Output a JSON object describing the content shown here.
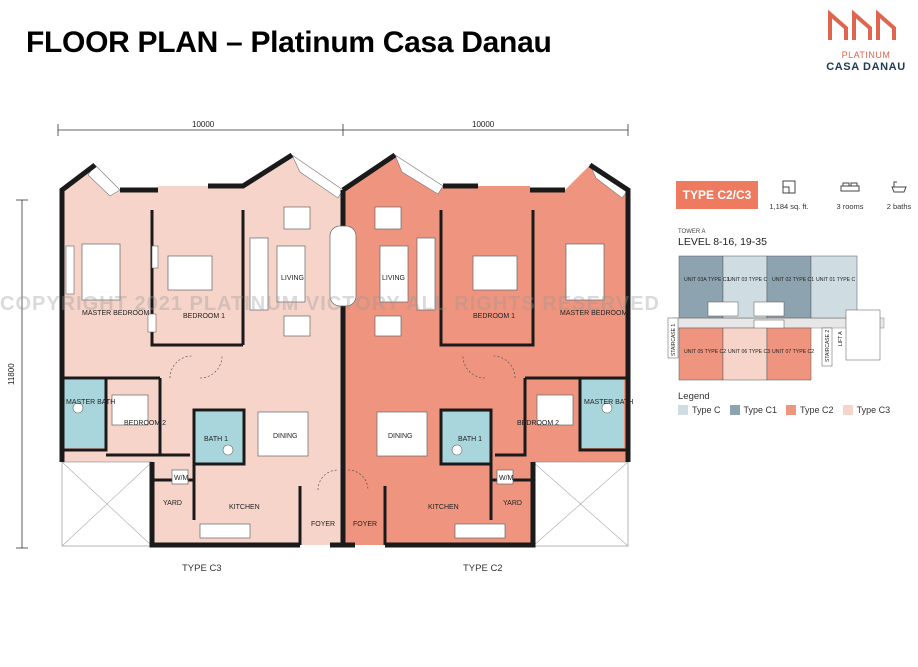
{
  "page_title": "FLOOR PLAN – Platinum Casa Danau",
  "logo": {
    "line1": "PLATINUM",
    "line2": "CASA DANAU",
    "mark_color": "#e0654f"
  },
  "colors": {
    "type_c": "#cfdde3",
    "type_c1": "#8ea3b0",
    "type_c2": "#ef957f",
    "type_c3": "#f6d4c9",
    "wall": "#1a1a1a",
    "wet": "#a9d6dc",
    "badge": "#ee7a60"
  },
  "plan": {
    "dim_left": "10000",
    "dim_right": "10000",
    "dim_height": "11800",
    "watermark": "COPYRIGHT 2021 PLATINUM VICTORY   ALL RIGHTS RESERVED",
    "caption_left": "TYPE C3",
    "caption_right": "TYPE C2",
    "rooms_left": {
      "master_bedroom": "MASTER BEDROOM",
      "bedroom1": "BEDROOM 1",
      "living": "LIVING",
      "master_bath": "MASTER BATH",
      "bedroom2": "BEDROOM 2",
      "bath1": "BATH 1",
      "dining": "DINING",
      "yard": "YARD",
      "kitchen": "KITCHEN",
      "foyer": "FOYER",
      "wm": "W/M"
    },
    "rooms_right": {
      "living": "LIVING",
      "bedroom1": "BEDROOM 1",
      "master_bedroom": "MASTER BEDROOM",
      "dining": "DINING",
      "bath1": "BATH 1",
      "bedroom2": "BEDROOM 2",
      "master_bath": "MASTER BATH",
      "foyer": "FOYER",
      "kitchen": "KITCHEN",
      "yard": "YARD",
      "wm": "W/M"
    }
  },
  "info": {
    "badge": "TYPE C2/C3",
    "area": "1,184 sq. ft.",
    "rooms": "3 rooms",
    "baths": "2 baths",
    "tower": "TOWER A",
    "levels": "LEVEL 8-16, 19-35"
  },
  "key_plan": {
    "units_top": [
      "UNIT 03A TYPE C1",
      "UNIT 03 TYPE C",
      "UNIT 02 TYPE C1",
      "UNIT 01 TYPE C"
    ],
    "units_bottom": [
      "UNIT 05 TYPE C2",
      "UNIT 06 TYPE C3",
      "UNIT 07 TYPE C2"
    ],
    "stair1": "STAIRCASE 1",
    "stair2": "STAIRCASE 2",
    "lift": "LIFT A"
  },
  "legend": {
    "title": "Legend",
    "items": [
      {
        "label": "Type C",
        "color": "#cfdde3"
      },
      {
        "label": "Type C1",
        "color": "#8ea3b0"
      },
      {
        "label": "Type C2",
        "color": "#ef957f"
      },
      {
        "label": "Type C3",
        "color": "#f6d4c9"
      }
    ]
  }
}
